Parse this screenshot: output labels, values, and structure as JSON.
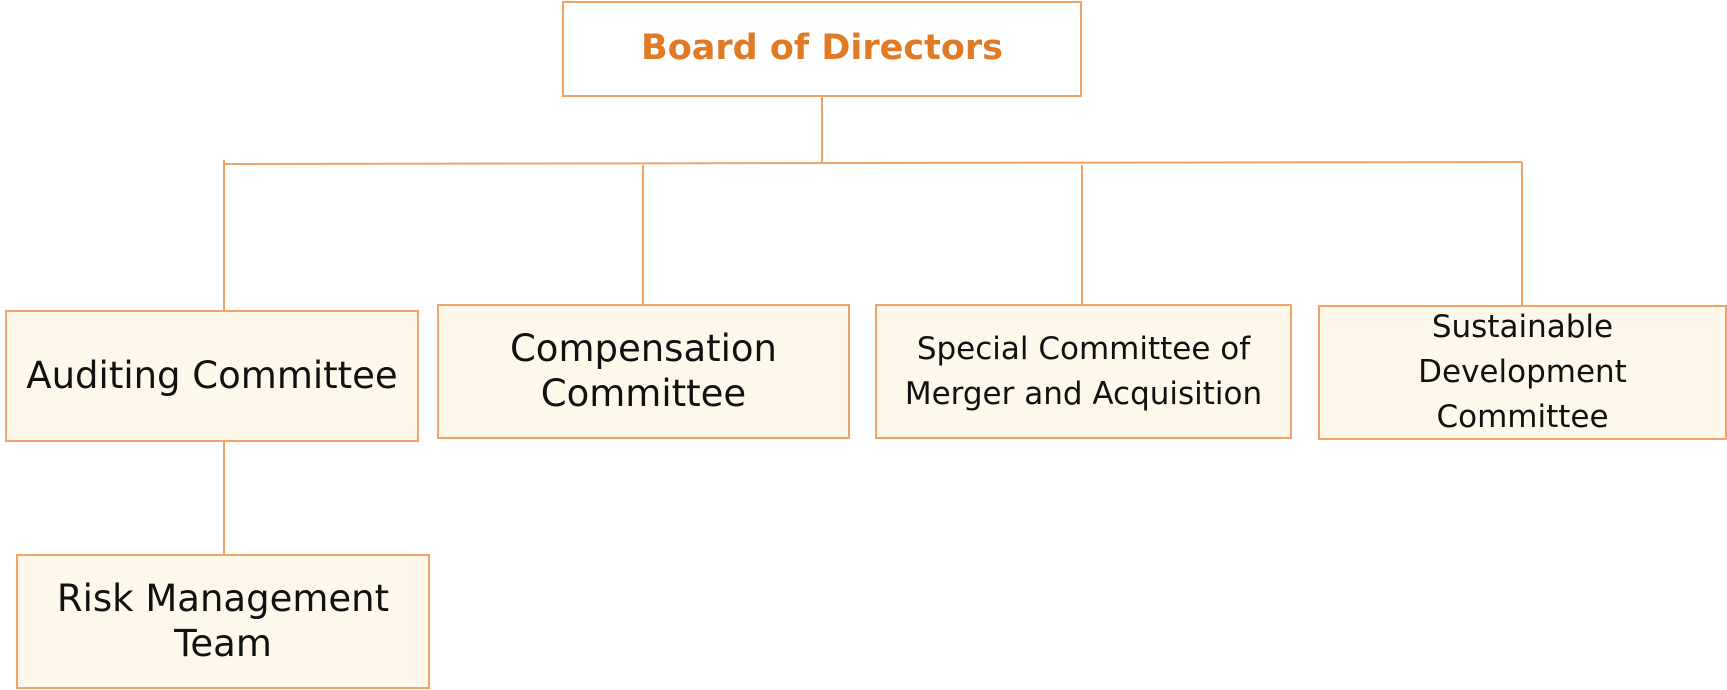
{
  "colors": {
    "accent": "#e07a24",
    "border": "#f0a468",
    "box_fill": "#fdf8e9"
  },
  "board": {
    "label": "Board of Directors"
  },
  "committees": {
    "audit": {
      "label": "Auditing   Committee"
    },
    "compensation": {
      "label": "Compensation\nCommittee"
    },
    "merger": {
      "label": "Special Committee of\nMerger and Acquisition"
    },
    "sustainable": {
      "label": "Sustainable\nDevelopment\nCommittee"
    }
  },
  "sub_units": {
    "risk": {
      "label": "Risk  Management\nTeam"
    }
  }
}
